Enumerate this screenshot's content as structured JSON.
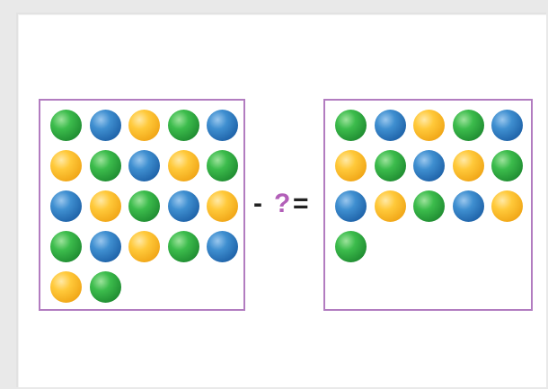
{
  "equation": {
    "minus": "-",
    "unknown": "?",
    "equals": "="
  },
  "colors": {
    "green": "#2fa845",
    "blue": "#2a74bd",
    "yellow": "#f8b724",
    "border": "#b27cc0",
    "question": "#b25fb8"
  },
  "left_box": {
    "count": 22,
    "rows": [
      [
        "green",
        "blue",
        "yellow",
        "green",
        "blue"
      ],
      [
        "yellow",
        "green",
        "blue",
        "yellow",
        "green"
      ],
      [
        "blue",
        "yellow",
        "green",
        "blue",
        "yellow"
      ],
      [
        "green",
        "blue",
        "yellow",
        "green",
        "blue"
      ],
      [
        "yellow",
        "green"
      ]
    ]
  },
  "right_box": {
    "count": 16,
    "rows": [
      [
        "green",
        "blue",
        "yellow",
        "green",
        "blue"
      ],
      [
        "yellow",
        "green",
        "blue",
        "yellow",
        "green"
      ],
      [
        "blue",
        "yellow",
        "green",
        "blue",
        "yellow"
      ],
      [
        "green"
      ]
    ]
  }
}
